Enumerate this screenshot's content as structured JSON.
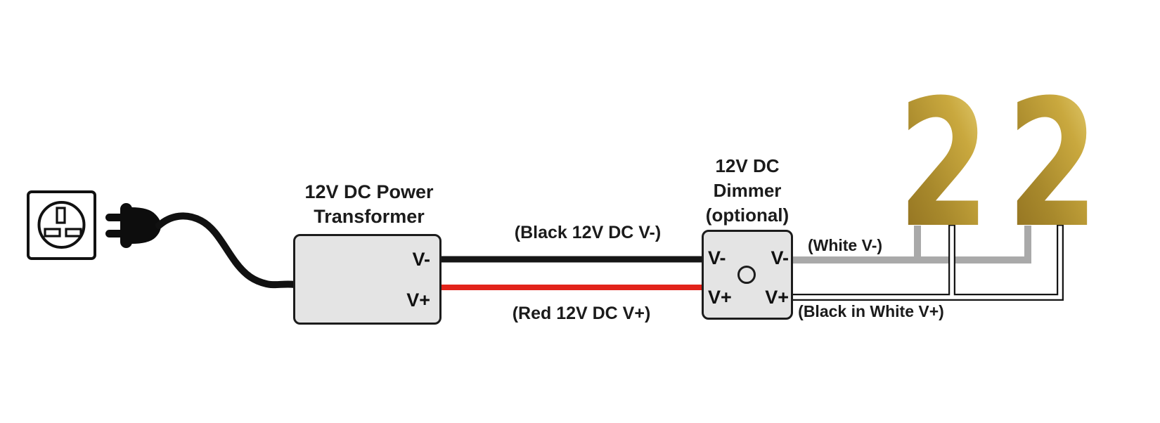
{
  "diagram": {
    "socket": {
      "icon": "uk-wall-socket"
    },
    "plug": {
      "icon": "two-prong-power-plug"
    },
    "transformer": {
      "title_lines": [
        "12V DC Power",
        "Transformer"
      ],
      "terminals": {
        "negative": "V-",
        "positive": "V+"
      }
    },
    "dimmer": {
      "title_lines": [
        "12V DC",
        "Dimmer",
        "(optional)"
      ],
      "terminals": {
        "in_negative": "V-",
        "in_positive": "V+",
        "out_negative": "V-",
        "out_positive": "V+"
      }
    },
    "wires": {
      "black": {
        "label": "(Black 12V DC V-)"
      },
      "red": {
        "label": "(Red 12V DC V+)"
      },
      "white_negative": {
        "label": "(White V-)"
      },
      "white_positive": {
        "label": "(Black in White V+)"
      }
    },
    "house_number": {
      "digits": [
        "2",
        "2"
      ]
    },
    "colors": {
      "wire_black": "#161616",
      "wire_red": "#e2231a",
      "wire_gray": "#a9a9a9",
      "wire_white": "#ffffff",
      "wire_outline": "#141414",
      "box_fill": "#e4e4e4",
      "box_border": "#1c1c1c",
      "gold_dark": "#8a6a1d",
      "gold_mid": "#c9a83e",
      "gold_light": "#eedd8a",
      "text": "#1b1b1b"
    }
  }
}
